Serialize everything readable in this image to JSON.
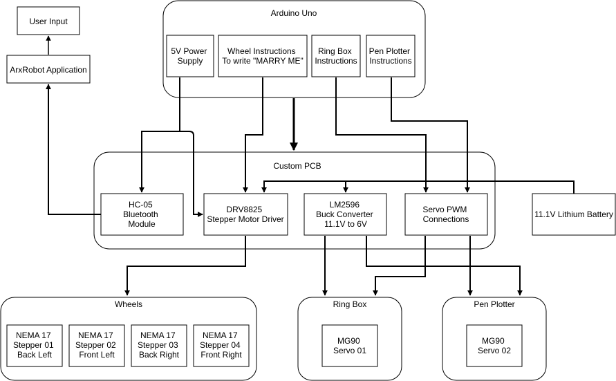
{
  "groups": {
    "arduino": "Arduino Uno",
    "pcb": "Custom PCB",
    "wheels": "Wheels",
    "ringbox": "Ring Box",
    "penplotter": "Pen Plotter"
  },
  "nodes": {
    "user_input": [
      "User Input"
    ],
    "arxrobot": [
      "ArxRobot Application"
    ],
    "power5v": [
      "5V Power",
      "Supply"
    ],
    "wheel_instr": [
      "Wheel Instructions",
      "To write \"MARRY ME\""
    ],
    "ring_instr": [
      "Ring Box",
      "Instructions"
    ],
    "pen_instr": [
      "Pen Plotter",
      "Instructions"
    ],
    "hc05": [
      "HC-05",
      "Bluetooth",
      "Module"
    ],
    "drv8825": [
      "DRV8825",
      "Stepper Motor Driver"
    ],
    "lm2596": [
      "LM2596",
      "Buck Converter",
      "11.1V to 6V"
    ],
    "servo_pwm": [
      "Servo PWM",
      "Connections"
    ],
    "battery": [
      "11.1V Lithium Battery"
    ],
    "nema1": [
      "NEMA 17",
      "Stepper 01",
      "Back Left"
    ],
    "nema2": [
      "NEMA 17",
      "Stepper 02",
      "Front Left"
    ],
    "nema3": [
      "NEMA 17",
      "Stepper 03",
      "Back Right"
    ],
    "nema4": [
      "NEMA 17",
      "Stepper 04",
      "Front Right"
    ],
    "mg90_1": [
      "MG90",
      "Servo 01"
    ],
    "mg90_2": [
      "MG90",
      "Servo 02"
    ]
  }
}
